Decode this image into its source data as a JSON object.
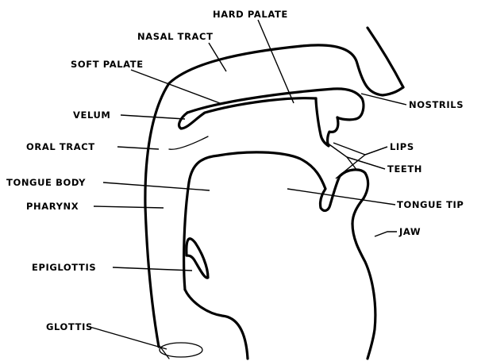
{
  "labels": {
    "hard_palate": "HARD PALATE",
    "nasal_tract": "NASAL TRACT",
    "soft_palate": "SOFT PALATE",
    "velum": "VELUM",
    "oral_tract": "ORAL TRACT",
    "tongue_body": "TONGUE BODY",
    "pharynx": "PHARYNX",
    "epiglottis": "EPIGLOTTIS",
    "glottis": "GLOTTIS",
    "nostrils": "NOSTRILS",
    "lips": "LIPS",
    "teeth": "TEETH",
    "tongue_tip": "TONGUE TIP",
    "jaw": "JAW"
  }
}
